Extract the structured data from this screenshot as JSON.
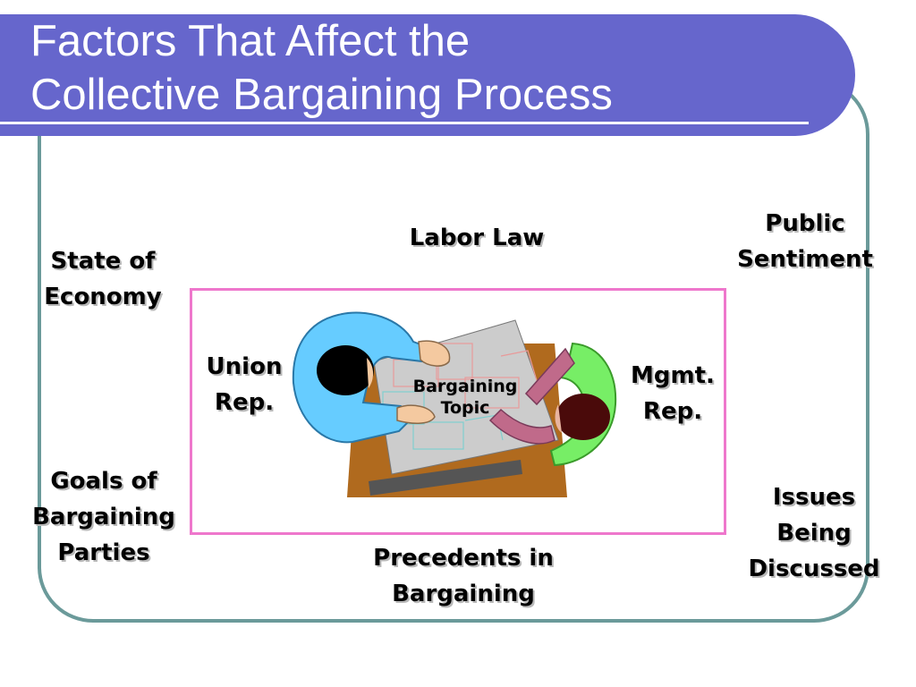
{
  "title": {
    "line1": "Factors That Affect the",
    "line2": "Collective Bargaining Process"
  },
  "factors": {
    "labor_law": "Labor Law",
    "public_sentiment": [
      "Public",
      "Sentiment"
    ],
    "state_of_economy": [
      "State of",
      "Economy"
    ],
    "goals": [
      "Goals of",
      "Bargaining",
      "Parties"
    ],
    "precedents": [
      "Precedents in",
      "Bargaining"
    ],
    "issues": [
      "Issues",
      "Being",
      "Discussed"
    ]
  },
  "parties": {
    "union": [
      "Union",
      "Rep."
    ],
    "mgmt": [
      "Mgmt.",
      "Rep."
    ]
  },
  "topic": [
    "Bargaining",
    "Topic"
  ],
  "colors": {
    "title_bar": "#6666cc",
    "frame": "#6b9a9a",
    "box": "#ee77cc",
    "table": "#b06a1e",
    "union_shirt": "#66ccff",
    "mgmt_shirt": "#77ee66"
  }
}
